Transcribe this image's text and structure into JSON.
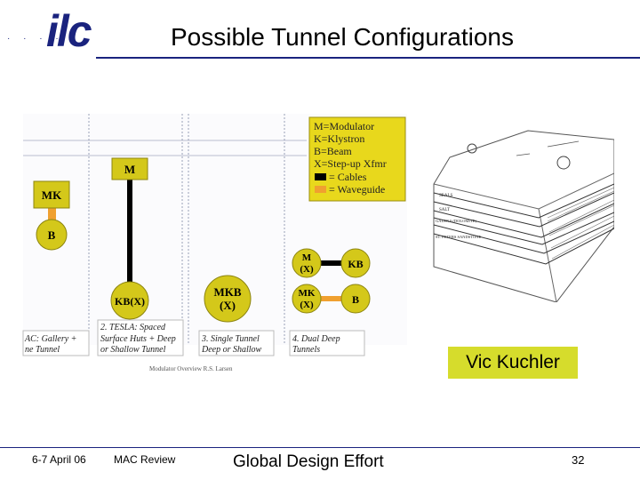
{
  "header": {
    "logo_text": "ilc",
    "logo_dots": "· · · · ·",
    "title": "Possible Tunnel Configurations"
  },
  "legend": {
    "lines": [
      "M=Modulator",
      "K=Klystron",
      "B=Beam",
      "X=Step-up Xfmr"
    ],
    "cables": "= Cables",
    "waveguide": "= Waveguide"
  },
  "configs": {
    "c1": {
      "nodes": [
        "MK",
        "B"
      ],
      "caption": [
        "AC: Gallery +",
        "ne Tunnel"
      ]
    },
    "c2": {
      "nodes": [
        "M",
        "KB(X)"
      ],
      "caption": [
        "2. TESLA: Spaced",
        "Surface Huts + Deep",
        "or Shallow Tunnel"
      ]
    },
    "c3": {
      "nodes": [
        "MKB",
        "(X)"
      ],
      "caption": [
        "3. Single Tunnel",
        "Deep or Shallow"
      ]
    },
    "c4": {
      "nodes": [
        "M",
        "(X)",
        "KB",
        "MK",
        "(X)",
        "B"
      ],
      "caption": [
        "4. Dual Deep",
        "Tunnels"
      ]
    }
  },
  "diagram_credit": "Modulator Overview  R.S. Larsen",
  "geology_labels": [
    "SEALS",
    "SALT",
    "GALENA (DOLOMITE)",
    "ST. PETERS SANDSTONE"
  ],
  "credit": "Vic Kuchler",
  "footer": {
    "date": "6-7 April 06",
    "review": "MAC Review",
    "effort": "Global Design Effort",
    "page": "32"
  },
  "colors": {
    "brand": "#1a237e",
    "node_fill": "#d4c81a",
    "waveguide": "#f0a030",
    "cable": "#000000",
    "credit_bg": "#d6dc2c"
  }
}
